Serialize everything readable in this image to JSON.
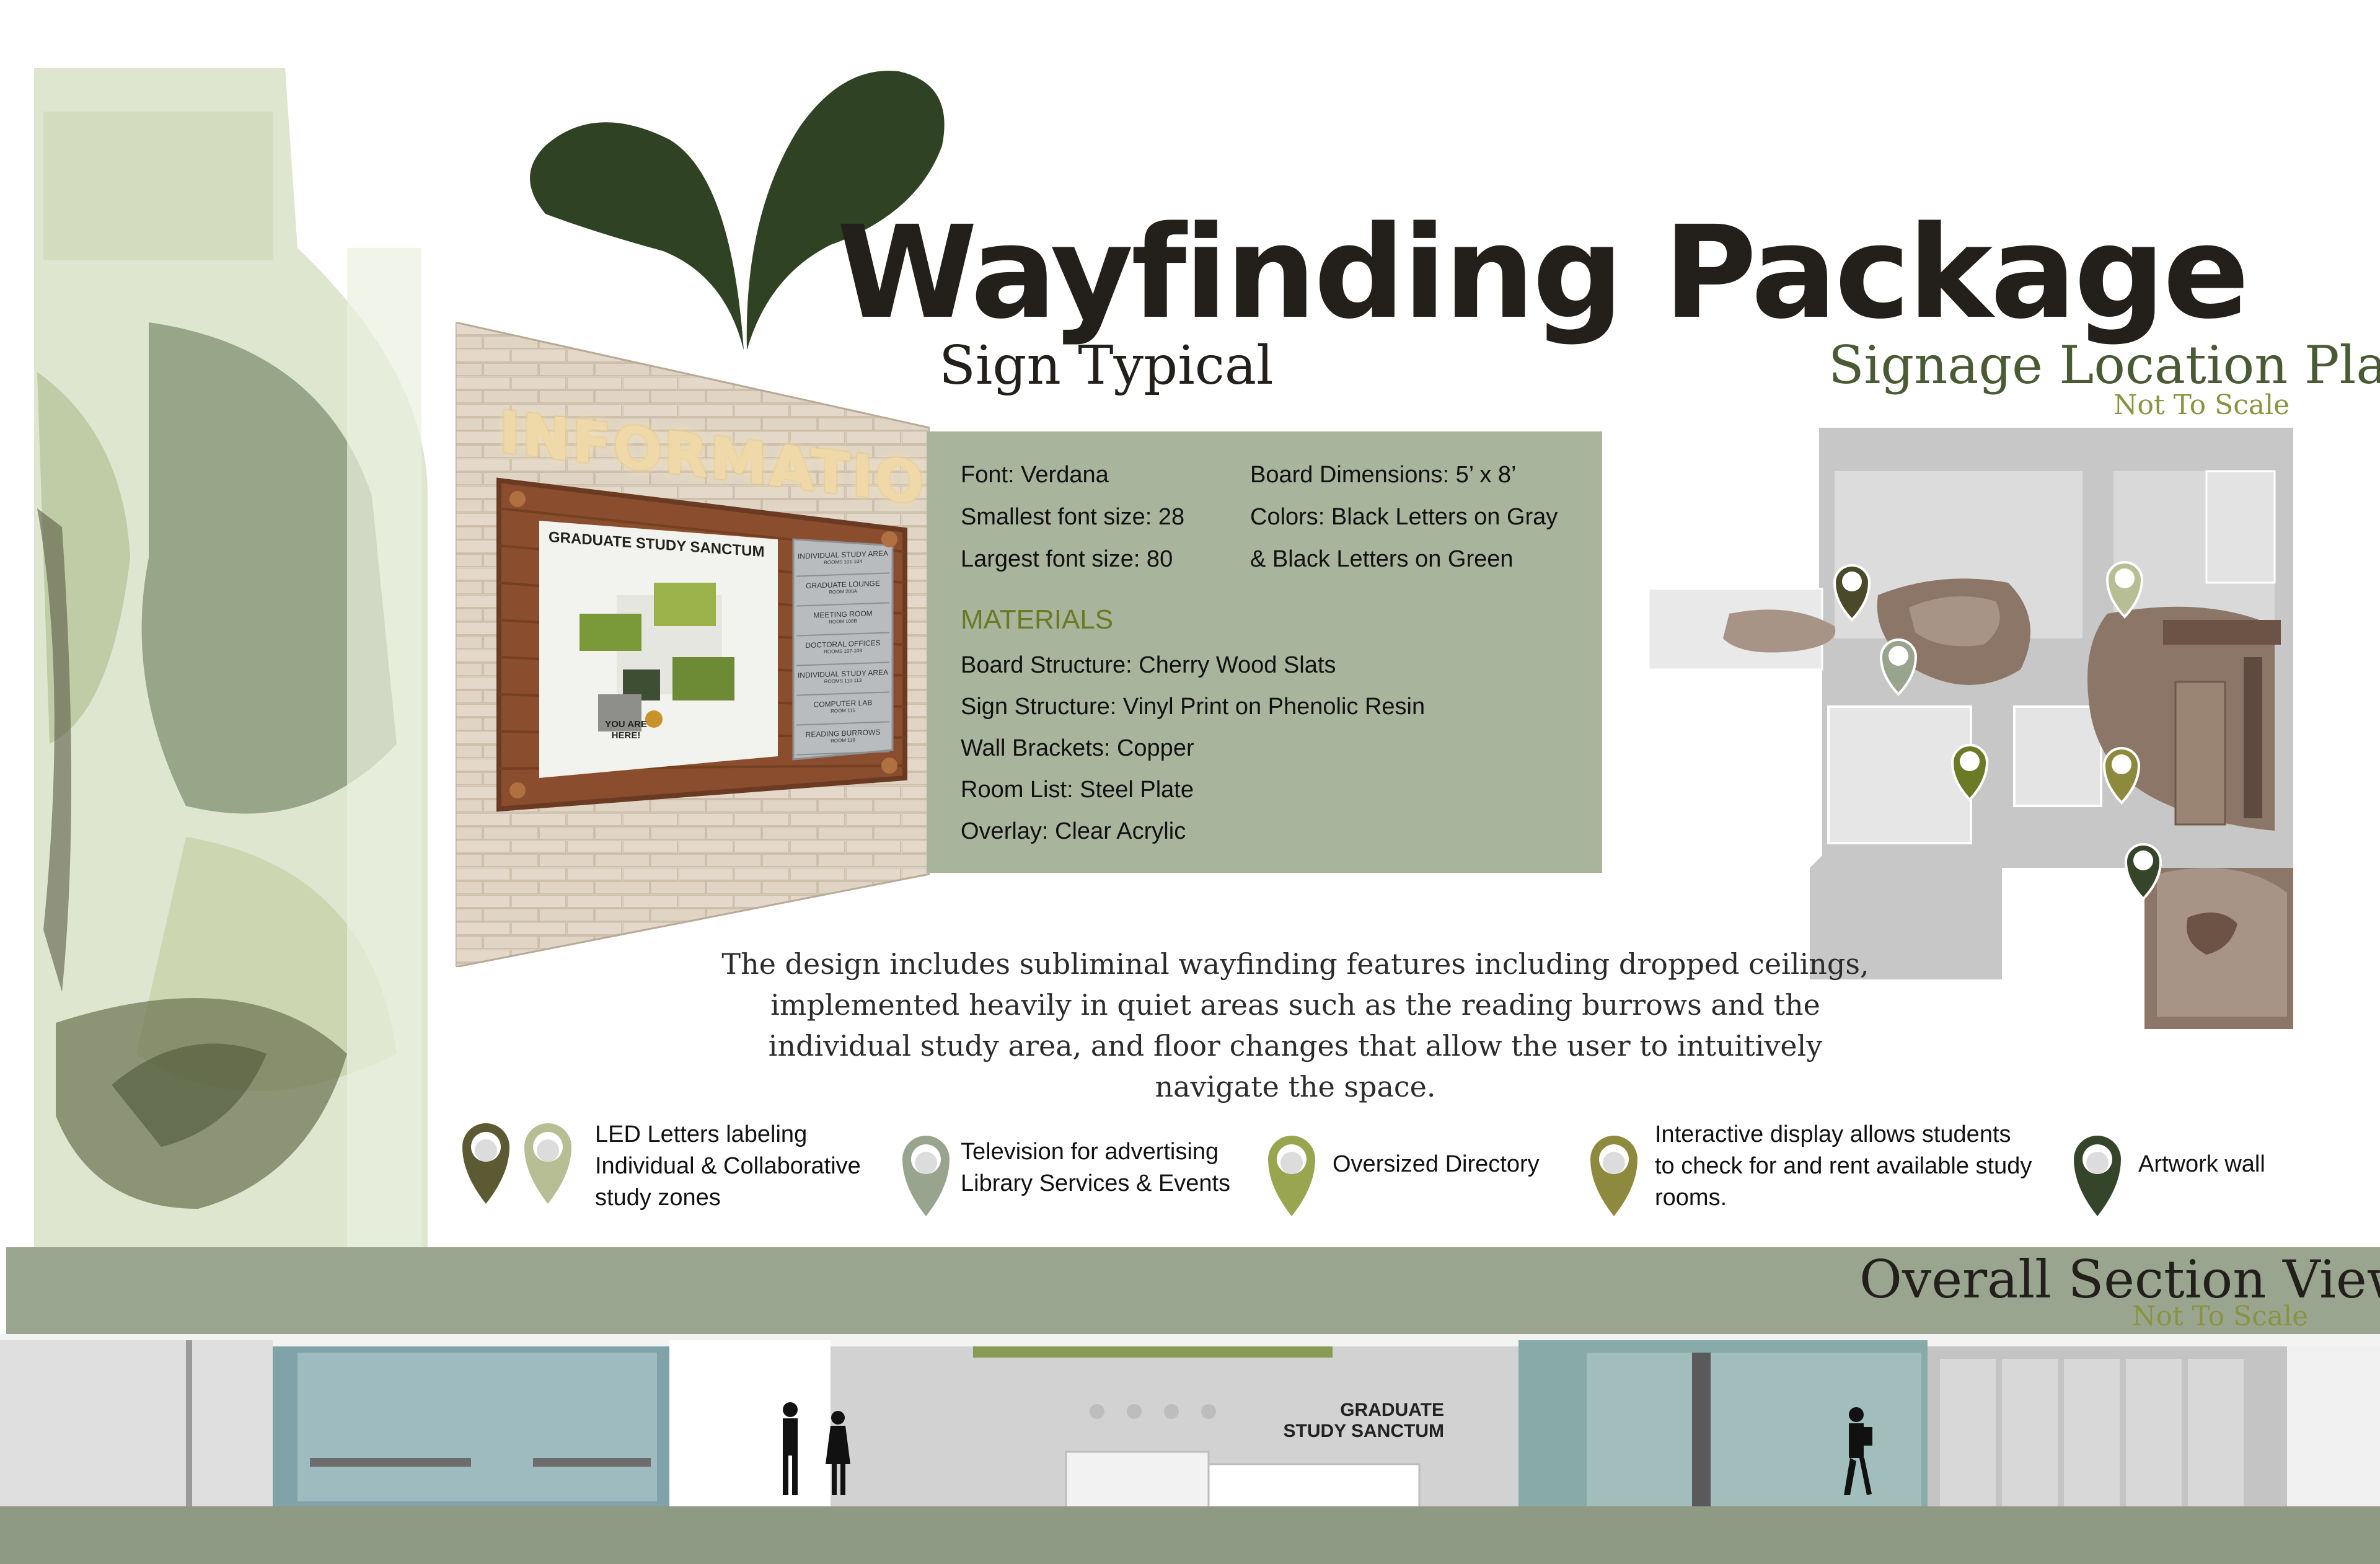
{
  "title": "Wayfinding Package",
  "sign_typical": {
    "heading": "Sign Typical",
    "sign": {
      "led_letters": "INFORMATION",
      "board_title": "GRADUATE STUDY SANCTUM",
      "you_are_here": "YOU ARE HERE!",
      "rooms": [
        {
          "name": "INDIVIDUAL STUDY AREA",
          "number": "ROOMS 101-104"
        },
        {
          "name": "GRADUATE LOUNGE",
          "number": "ROOM 200A"
        },
        {
          "name": "MEETING ROOM",
          "number": "ROOM 108B"
        },
        {
          "name": "DOCTORAL OFFICES",
          "number": "ROOMS 107-109"
        },
        {
          "name": "INDIVIDUAL STUDY AREA",
          "number": "ROOMS 110-113"
        },
        {
          "name": "COMPUTER LAB",
          "number": "ROOM 115"
        },
        {
          "name": "READING BURROWS",
          "number": "ROOM 119"
        }
      ]
    },
    "specs_left": [
      "Font:  Verdana",
      "Smallest font size: 28",
      "Largest font size: 80"
    ],
    "specs_right": [
      "Board Dimensions: 5’ x 8’",
      "Colors: Black Letters on Gray",
      "& Black Letters on Green"
    ],
    "materials_heading": "MATERIALS",
    "materials": [
      "Board Structure: Cherry Wood Slats",
      "Sign Structure: Vinyl Print on Phenolic Resin",
      "Wall Brackets: Copper",
      "Room List: Steel Plate",
      "Overlay: Clear Acrylic"
    ]
  },
  "location_plan": {
    "heading": "Signage Location Plan",
    "note": "Not To Scale"
  },
  "description": "The design includes subliminal wayfinding features including dropped ceilings, implemented heavily in quiet areas such as the reading burrows and the individual study area, and floor changes that allow the user to intuitively navigate the space.",
  "legend": [
    {
      "icon": "map-pin-icon",
      "colors": [
        "#5b5a33",
        "#b7be93"
      ],
      "lines": [
        "LED Letters labeling",
        "Individual & Collaborative",
        "study zones"
      ]
    },
    {
      "icon": "map-pin-icon",
      "colors": [
        "#98a48e"
      ],
      "lines": [
        "Television for advertising",
        "Library Services & Events"
      ]
    },
    {
      "icon": "map-pin-icon",
      "colors": [
        "#9aa64f"
      ],
      "lines": [
        "Oversized Directory"
      ]
    },
    {
      "icon": "map-pin-icon",
      "colors": [
        "#8d8a3e"
      ],
      "lines": [
        "Interactive display allows students",
        "to check for and rent available study",
        "rooms."
      ]
    },
    {
      "icon": "map-pin-icon",
      "colors": [
        "#34452a"
      ],
      "lines": [
        "Artwork wall"
      ]
    }
  ],
  "section_view": {
    "heading": "Overall Section View",
    "note": "Not To Scale",
    "desk_sign": [
      "GRADUATE",
      "STUDY SANCTUM"
    ]
  },
  "colors": {
    "leaf_green": "#2f4224",
    "panel_sage": "#a9b49c",
    "section_band": "#9aa590",
    "floor_brown": "#8c7a6c"
  }
}
